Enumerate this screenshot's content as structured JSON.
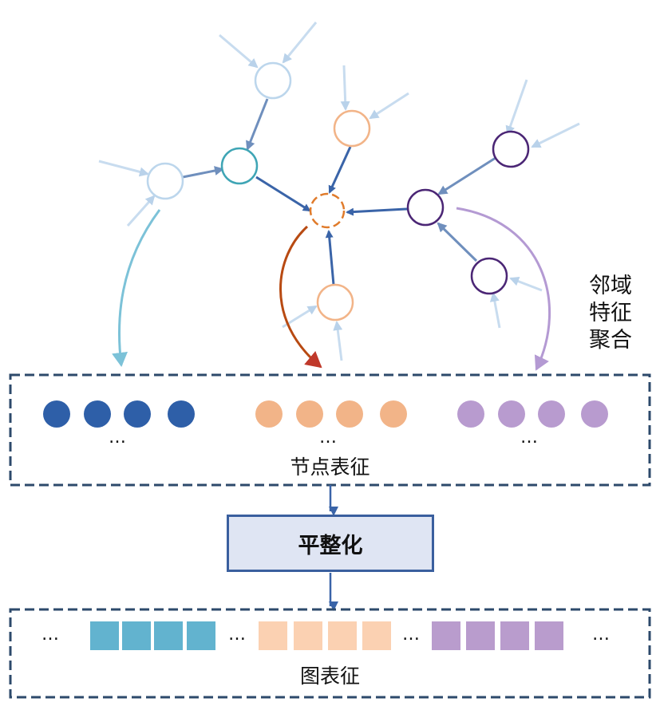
{
  "labels": {
    "neighbor_aggregation": [
      "邻域",
      "特征",
      "聚合"
    ],
    "node_representation": "节点表征",
    "flatten": "平整化",
    "graph_representation": "图表征",
    "ellipsis": "…"
  },
  "colors": {
    "blue": "#2e5fa8",
    "orange": "#f2b488",
    "purple": "#b89bcf",
    "teal": "#62b3cf",
    "peach": "#fbd1b2",
    "lavender": "#b99ccd",
    "dash": "#2d4a6b"
  }
}
